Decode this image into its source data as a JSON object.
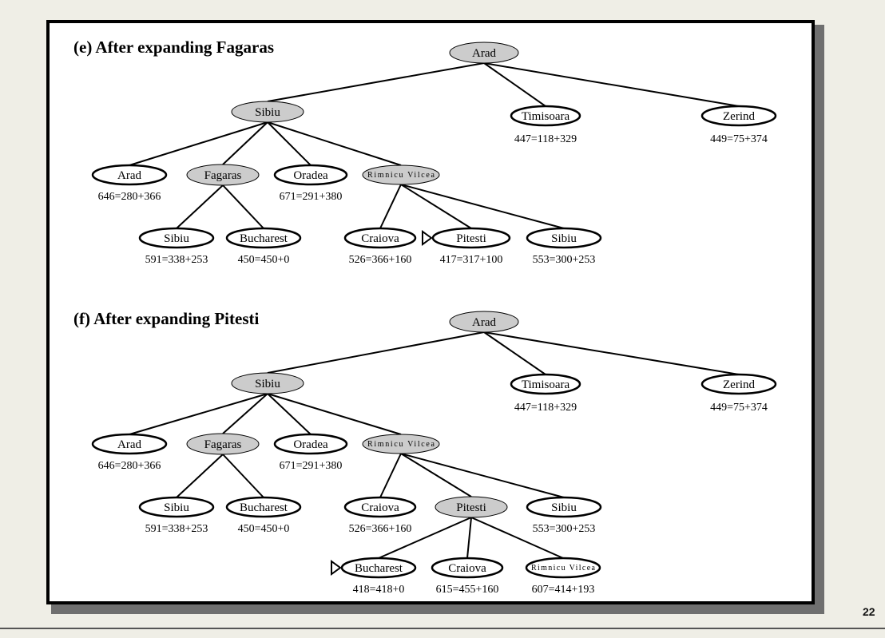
{
  "slide": {
    "page_number": "22"
  },
  "colors": {
    "expanded_fill": "#cccccc",
    "frontier_fill": "#ffffff",
    "stroke": "#000000"
  },
  "panels": [
    {
      "id": "e",
      "title": "(e) After expanding Fagaras",
      "nodes": [
        {
          "id": "arad",
          "label": "Arad",
          "expanded": true
        },
        {
          "id": "sibiu",
          "label": "Sibiu",
          "expanded": true
        },
        {
          "id": "timisoara",
          "label": "Timisoara",
          "f": "447=118+329"
        },
        {
          "id": "zerind",
          "label": "Zerind",
          "f": "449=75+374"
        },
        {
          "id": "arad2",
          "label": "Arad",
          "f": "646=280+366"
        },
        {
          "id": "fagaras",
          "label": "Fagaras",
          "expanded": true
        },
        {
          "id": "oradea",
          "label": "Oradea",
          "f": "671=291+380"
        },
        {
          "id": "rimnicu",
          "label": "Rimnicu Vilcea",
          "expanded": true,
          "small": true
        },
        {
          "id": "sibiu2",
          "label": "Sibiu",
          "f": "591=338+253"
        },
        {
          "id": "bucharest",
          "label": "Bucharest",
          "f": "450=450+0"
        },
        {
          "id": "craiova",
          "label": "Craiova",
          "f": "526=366+160"
        },
        {
          "id": "pitesti",
          "label": "Pitesti",
          "f": "417=317+100",
          "marker": true
        },
        {
          "id": "sibiu3",
          "label": "Sibiu",
          "f": "553=300+253"
        }
      ],
      "edges": [
        [
          "arad",
          "sibiu"
        ],
        [
          "arad",
          "timisoara"
        ],
        [
          "arad",
          "zerind"
        ],
        [
          "sibiu",
          "arad2"
        ],
        [
          "sibiu",
          "fagaras"
        ],
        [
          "sibiu",
          "oradea"
        ],
        [
          "sibiu",
          "rimnicu"
        ],
        [
          "fagaras",
          "sibiu2"
        ],
        [
          "fagaras",
          "bucharest"
        ],
        [
          "rimnicu",
          "craiova"
        ],
        [
          "rimnicu",
          "pitesti"
        ],
        [
          "rimnicu",
          "sibiu3"
        ]
      ]
    },
    {
      "id": "f",
      "title": "(f) After expanding Pitesti",
      "nodes": [
        {
          "id": "arad",
          "label": "Arad",
          "expanded": true
        },
        {
          "id": "sibiu",
          "label": "Sibiu",
          "expanded": true
        },
        {
          "id": "timisoara",
          "label": "Timisoara",
          "f": "447=118+329"
        },
        {
          "id": "zerind",
          "label": "Zerind",
          "f": "449=75+374"
        },
        {
          "id": "arad2",
          "label": "Arad",
          "f": "646=280+366"
        },
        {
          "id": "fagaras",
          "label": "Fagaras",
          "expanded": true
        },
        {
          "id": "oradea",
          "label": "Oradea",
          "f": "671=291+380"
        },
        {
          "id": "rimnicu",
          "label": "Rimnicu Vilcea",
          "expanded": true,
          "small": true
        },
        {
          "id": "sibiu2",
          "label": "Sibiu",
          "f": "591=338+253"
        },
        {
          "id": "bucharest",
          "label": "Bucharest",
          "f": "450=450+0"
        },
        {
          "id": "craiova",
          "label": "Craiova",
          "f": "526=366+160"
        },
        {
          "id": "pitesti",
          "label": "Pitesti",
          "expanded": true
        },
        {
          "id": "sibiu3",
          "label": "Sibiu",
          "f": "553=300+253"
        },
        {
          "id": "bucharest2",
          "label": "Bucharest",
          "f": "418=418+0",
          "marker": true
        },
        {
          "id": "craiova2",
          "label": "Craiova",
          "f": "615=455+160"
        },
        {
          "id": "rimnicu2",
          "label": "Rimnicu Vilcea",
          "f": "607=414+193",
          "small": true
        }
      ],
      "edges": [
        [
          "arad",
          "sibiu"
        ],
        [
          "arad",
          "timisoara"
        ],
        [
          "arad",
          "zerind"
        ],
        [
          "sibiu",
          "arad2"
        ],
        [
          "sibiu",
          "fagaras"
        ],
        [
          "sibiu",
          "oradea"
        ],
        [
          "sibiu",
          "rimnicu"
        ],
        [
          "fagaras",
          "sibiu2"
        ],
        [
          "fagaras",
          "bucharest"
        ],
        [
          "rimnicu",
          "craiova"
        ],
        [
          "rimnicu",
          "pitesti"
        ],
        [
          "rimnicu",
          "sibiu3"
        ],
        [
          "pitesti",
          "bucharest2"
        ],
        [
          "pitesti",
          "craiova2"
        ],
        [
          "pitesti",
          "rimnicu2"
        ]
      ]
    }
  ]
}
